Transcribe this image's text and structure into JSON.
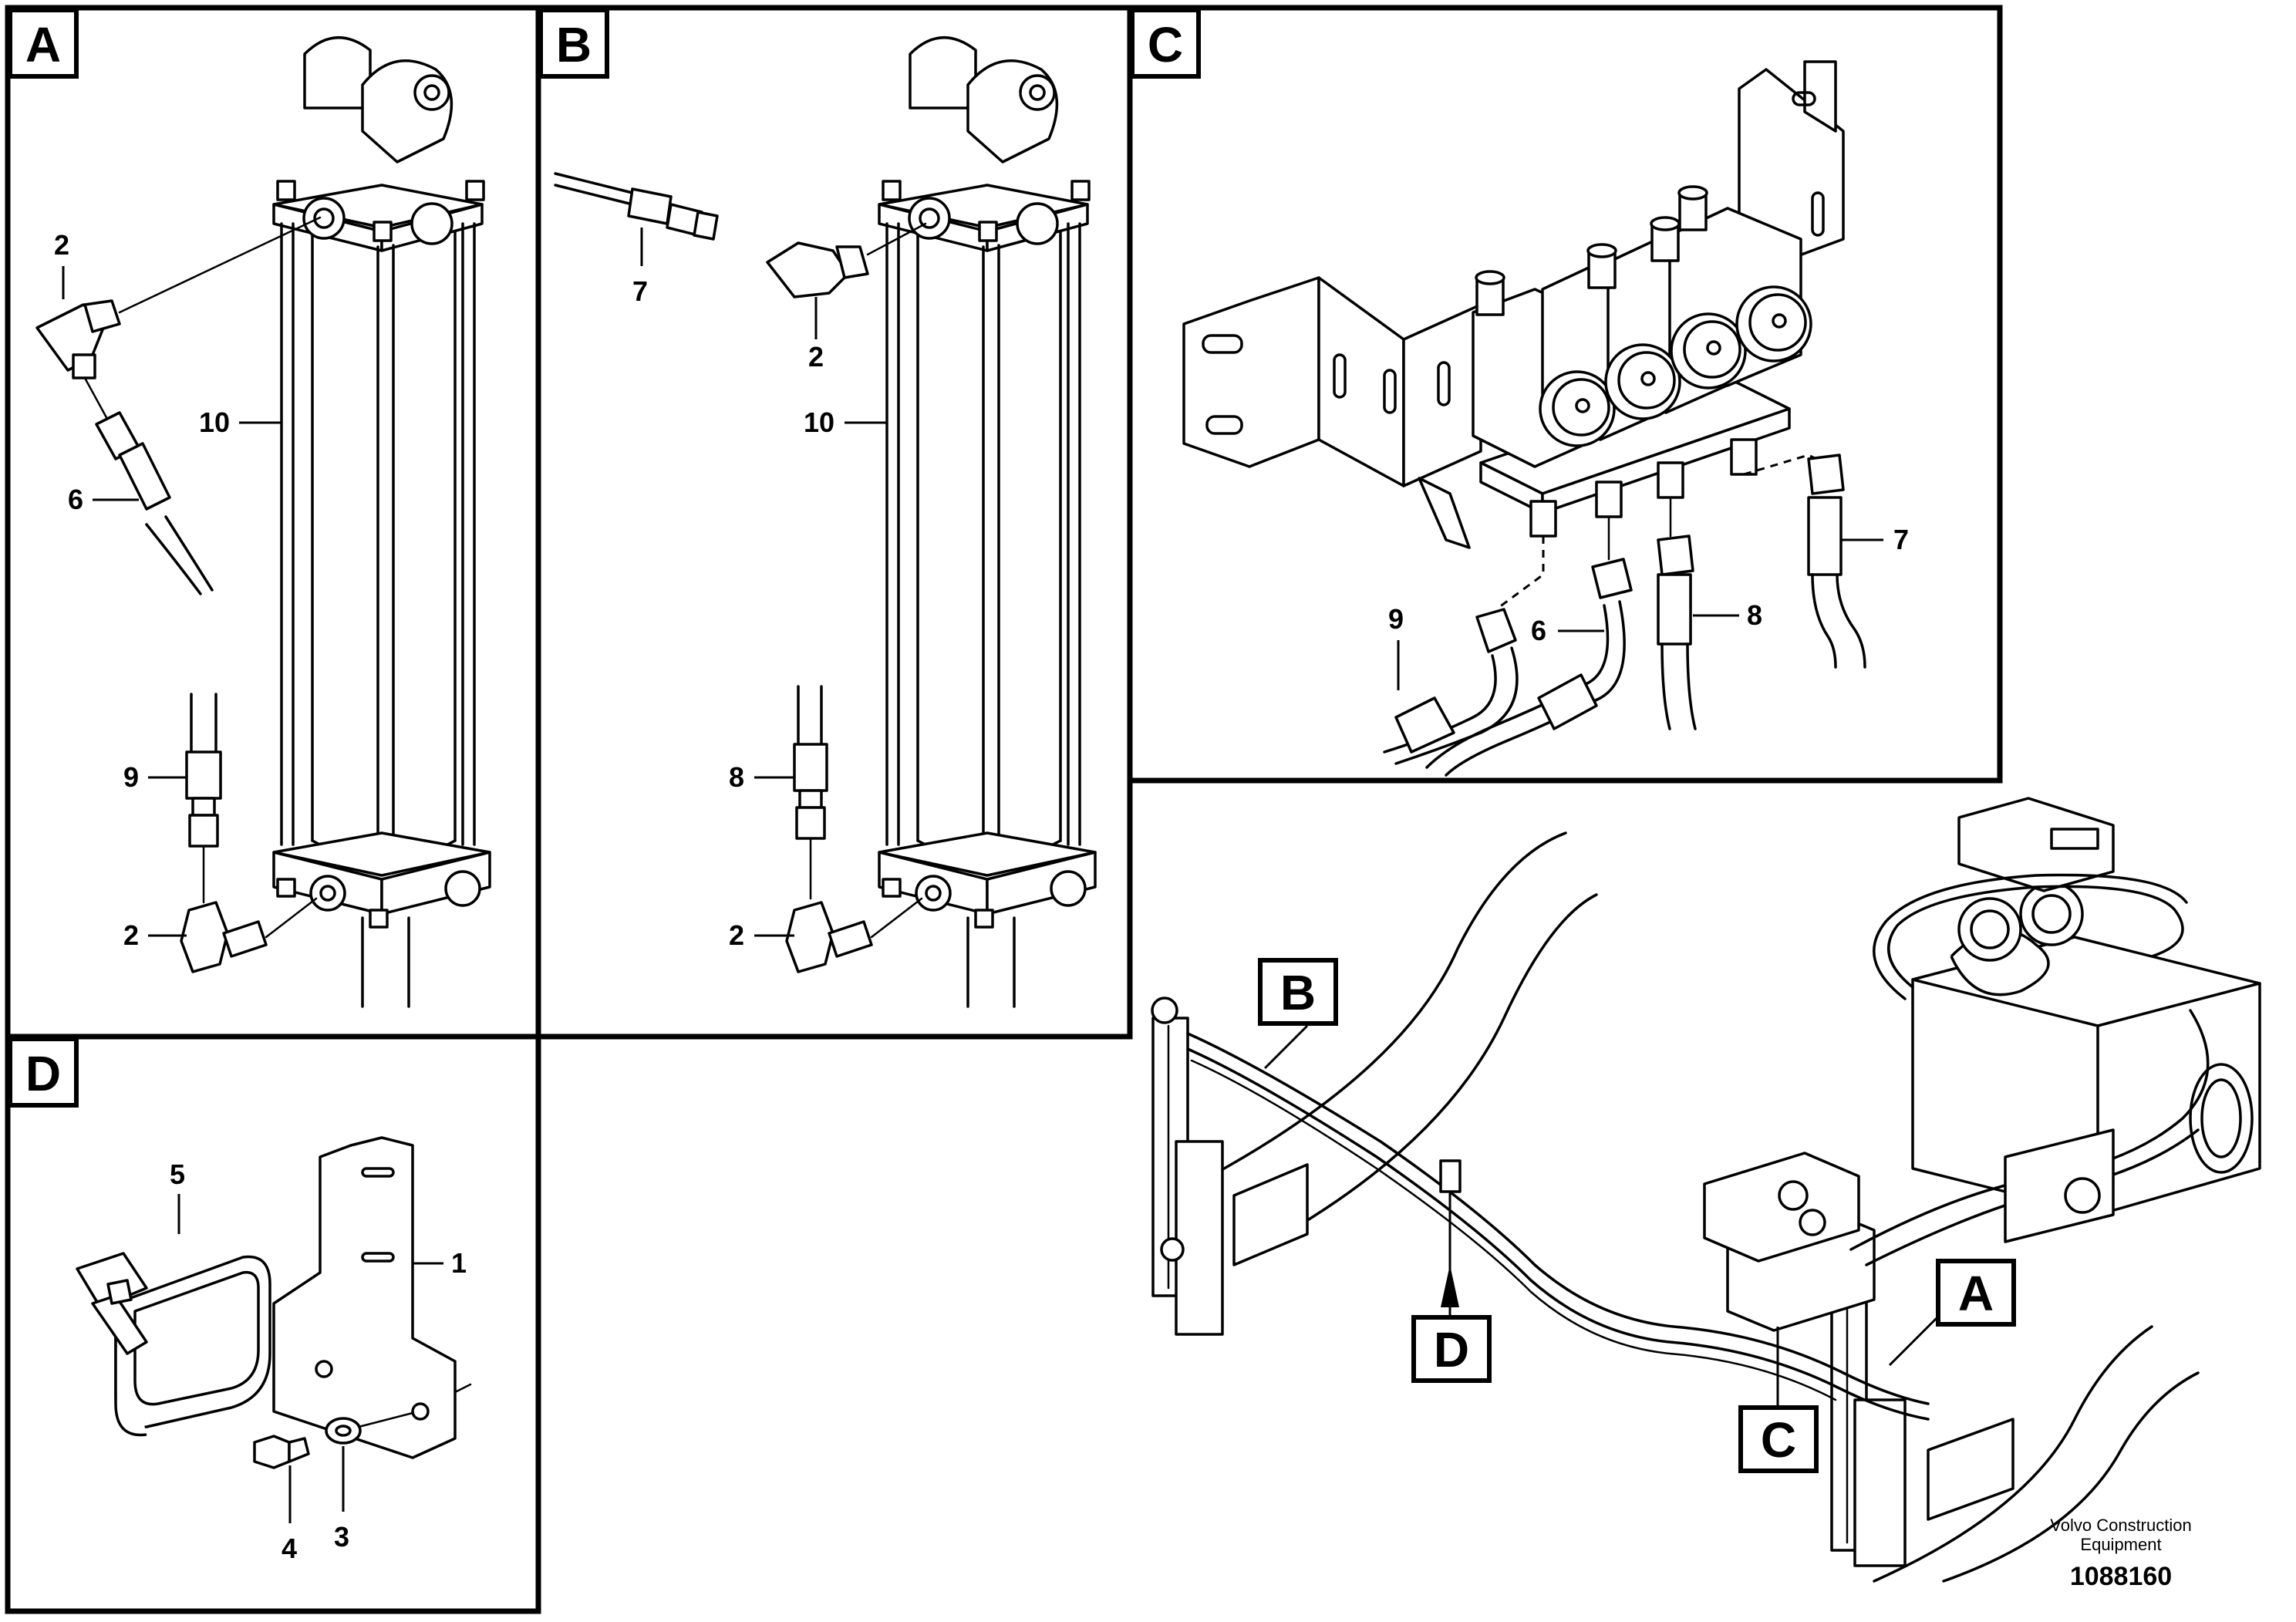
{
  "panels": {
    "A": {
      "label": "A",
      "callouts": [
        "2",
        "10",
        "6",
        "9",
        "2"
      ]
    },
    "B": {
      "label": "B",
      "callouts": [
        "7",
        "2",
        "10",
        "8",
        "2"
      ]
    },
    "C": {
      "label": "C",
      "callouts": [
        "9",
        "6",
        "8",
        "7"
      ]
    },
    "D": {
      "label": "D",
      "callouts": [
        "5",
        "1",
        "4",
        "3"
      ]
    }
  },
  "overview": {
    "labels": [
      "B",
      "D",
      "A",
      "C"
    ]
  },
  "footer": {
    "company_line1": "Volvo Construction",
    "company_line2": "Equipment",
    "drawing_number": "1088160"
  }
}
